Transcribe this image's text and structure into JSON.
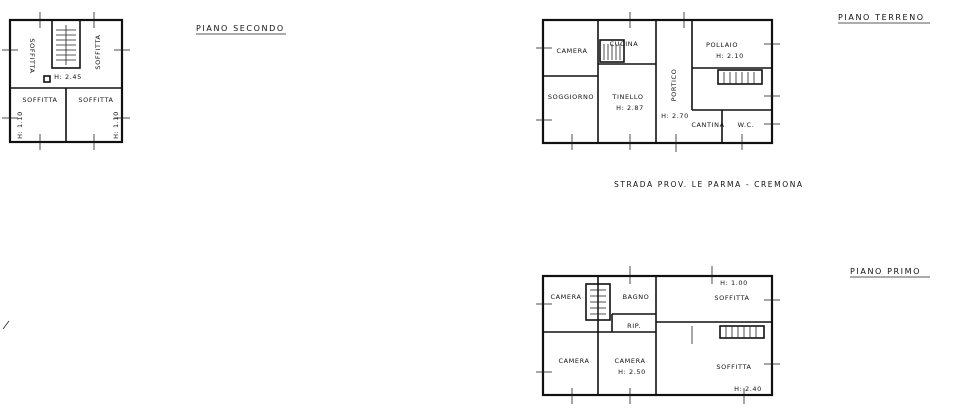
{
  "titles": {
    "second": "PIANO SECONDO",
    "ground": "PIANO TERRENO",
    "first": "PIANO PRIMO",
    "street": "STRADA     PROV. LE   PARMA - CREMONA"
  },
  "second_floor": {
    "soffitta_left": "SOFFITTA",
    "soffitta_right": "SOFFITTA",
    "h_center": "H: 2.45",
    "soffitta_bl": "SOFFITTA",
    "soffitta_br": "SOFFITTA",
    "h_left": "H: 1.10",
    "h_right": "H: 1.10"
  },
  "ground_floor": {
    "camera": "CAMERA",
    "cucina": "CUCINA",
    "pollaio": "POLLAIO",
    "pollaio_h": "H: 2.10",
    "portico": "PORTICO",
    "soggiorno": "SOGGIORNO",
    "tinello": "TINELLO",
    "tinello_h": "H: 2.87",
    "portico_h": "H: 2.70",
    "cantina": "CANTINA",
    "wc": "W.C."
  },
  "first_floor": {
    "camera_tl": "CAMERA",
    "bagno": "BAGNO",
    "h_top": "H: 1.00",
    "soffitta_top": "SOFFITTA",
    "rip": "RIP.",
    "camera_bl": "CAMERA",
    "camera_bm": "CAMERA",
    "camera_bm_h": "H: 2.50",
    "soffitta_bottom": "SOFFITTA",
    "h_bottom": "H: 2.40"
  }
}
